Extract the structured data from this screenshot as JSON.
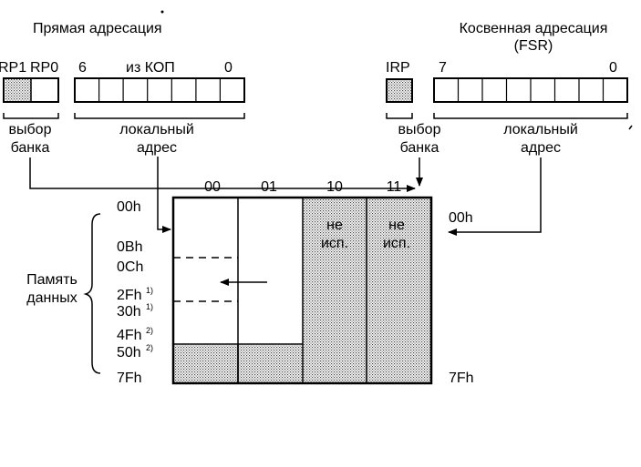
{
  "direct": {
    "title": "Прямая адресация",
    "rp1": "RP1",
    "rp0": "RP0",
    "bit_hi": "6",
    "kop": "из КОП",
    "bit_lo": "0",
    "bank_line1": "выбор",
    "bank_line2": "банка",
    "local_line1": "локальный",
    "local_line2": "адрес"
  },
  "indirect": {
    "title_line1": "Косвенная адресация",
    "title_line2": "(FSR)",
    "irp": "IRP",
    "bit_hi": "7",
    "bit_lo": "0",
    "bank_line1": "выбор",
    "bank_line2": "банка",
    "local_line1": "локальный",
    "local_line2": "адрес"
  },
  "memory": {
    "banks": [
      "00",
      "01",
      "10",
      "11"
    ],
    "unused_line1": "не",
    "unused_line2": "исп.",
    "left_labels": [
      "00h",
      "0Bh",
      "0Ch",
      "2Fh",
      "30h",
      "4Fh",
      "50h",
      "7Fh"
    ],
    "left_sups": [
      "1)",
      "1)",
      "2)",
      "2)"
    ],
    "right_top": "00h",
    "right_bottom": "7Fh",
    "group_line1": "Память",
    "group_line2": "данных"
  }
}
